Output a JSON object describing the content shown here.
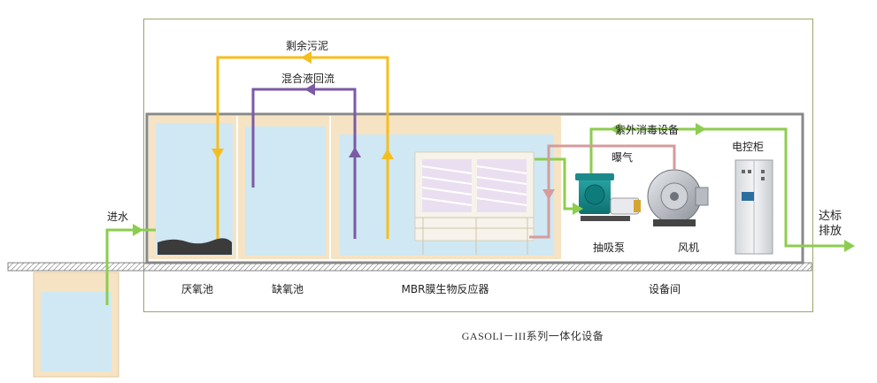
{
  "labels": {
    "excess_sludge": "剩余污泥",
    "mixed_liquor_return": "混合液回流",
    "uv_disinfection": "紫外消毒设备",
    "aeration": "曝气",
    "control_cabinet": "电控柜",
    "inlet": "进水",
    "outlet_line1": "达标",
    "outlet_line2": "排放",
    "anaerobic_tank": "厌氧池",
    "anoxic_tank": "缺氧池",
    "mbr_reactor": "MBR膜生物反应器",
    "equipment_room": "设备间",
    "suction_pump": "抽吸泵",
    "blower": "风机"
  },
  "caption": "GASOLI－III系列一体化设备",
  "colors": {
    "sludge_line": "#f5be1e",
    "return_line": "#7b5aa6",
    "water_line": "#8ccd4f",
    "air_line": "#d69b9b",
    "water": "#cfe8f3",
    "tank_wall": "#f6e3c4",
    "frame": "#888888",
    "outer_border": "#9aa76a"
  }
}
